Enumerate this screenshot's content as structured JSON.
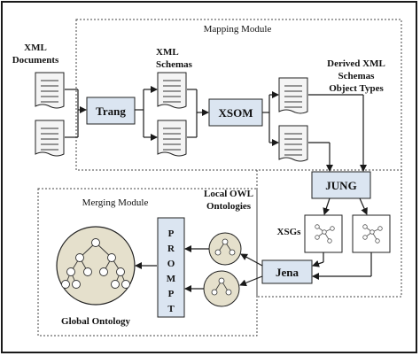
{
  "labels": {
    "xml_documents_line1": "XML",
    "xml_documents_line2": "Documents",
    "xml_schemas_line1": "XML",
    "xml_schemas_line2": "Schemas",
    "mapping_module": "Mapping Module",
    "derived_line1": "Derived XML",
    "derived_line2": "Schemas",
    "derived_line3": "Object Types",
    "trang": "Trang",
    "xsom": "XSOM",
    "jung": "JUNG",
    "xsgs": "XSGs",
    "jena": "Jena",
    "local_owl_line1": "Local OWL",
    "local_owl_line2": "Ontologies",
    "merging_module": "Merging Module",
    "protege_letters": [
      "P",
      "R",
      "O",
      "M",
      "P",
      "T"
    ],
    "global_ontology": "Global Ontology"
  },
  "colors": {
    "tool_fill": "#dbe5f1",
    "doc_fill": "#f4f4f4",
    "ontology_fill": "#e5e0cc",
    "stroke": "#1a1a1a"
  }
}
